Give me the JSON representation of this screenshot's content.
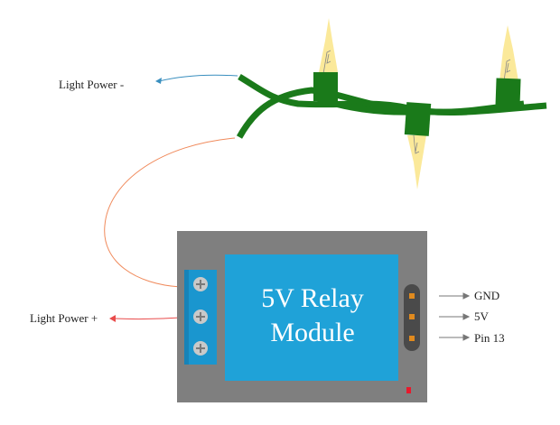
{
  "module": {
    "title_line1": "5V Relay",
    "title_line2": "Module"
  },
  "labels": {
    "light_power_minus": "Light Power -",
    "light_power_plus": "Light Power +",
    "gnd": "GND",
    "v5": "5V",
    "pin13": "Pin 13"
  },
  "colors": {
    "board": "#7f7f7f",
    "relay": "#1fa2d8",
    "terminal": "#1a96cf",
    "wire_green": "#1a7a1a",
    "bulb": "#fbe99a",
    "wire_minus": "#3a8fbf",
    "wire_plus": "#e94b4b",
    "wire_orange": "#f0895a",
    "led": "#e8192c"
  }
}
